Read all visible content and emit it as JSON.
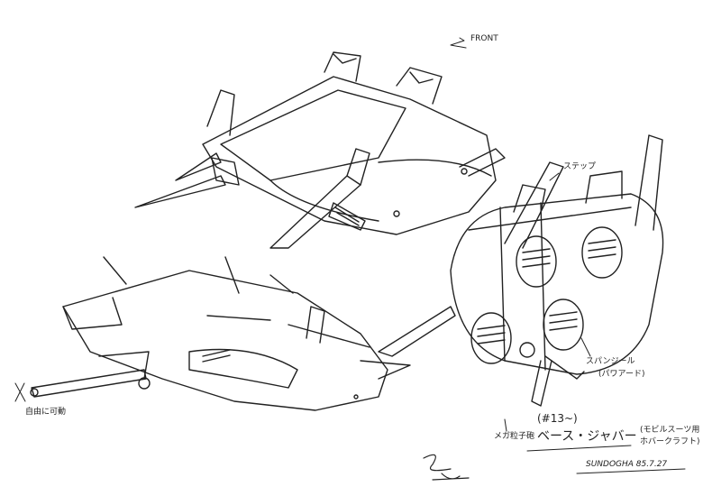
{
  "annotations": {
    "front": "FRONT",
    "step": "ステップ",
    "spanjiru": "スパンジール",
    "powered": "(パワアード)",
    "free_move": "自由に可動",
    "mega_particle": "メガ粒子砲",
    "number": "(#13~)",
    "title": "ベース・ジャバー",
    "subtitle_1": "(モビルスーツ用",
    "subtitle_2": "ホバークラフト)",
    "studio_date": "SUNDOGHA 85.7.27"
  },
  "colors": {
    "ink": "#222222",
    "paper": "#ffffff"
  }
}
